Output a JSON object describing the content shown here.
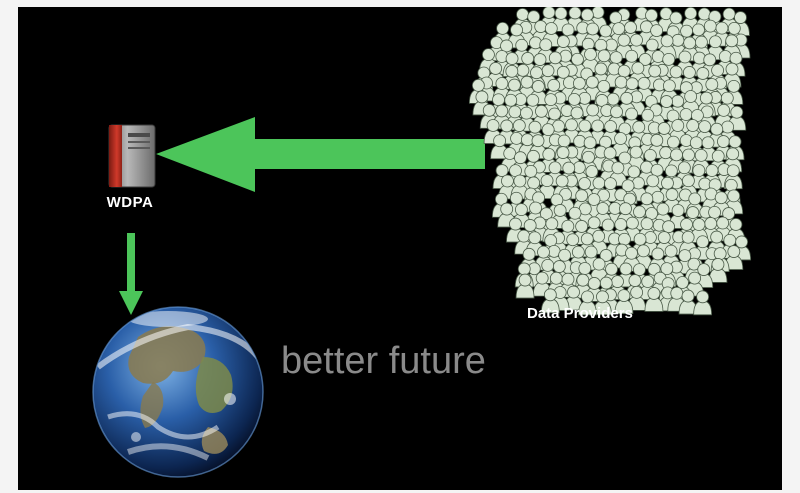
{
  "diagram": {
    "source_label": "WDPA",
    "providers_label": "Data Providers",
    "outcome_text": "better future"
  },
  "colors": {
    "background": "#000000",
    "arrow": "#4cc55a",
    "crowd_fill": "#d9e6d4",
    "crowd_outline": "#4a5a48",
    "outcome_text": "#8a8a8a",
    "server_red": "#c0392b",
    "server_gray": "#8d8d8d"
  },
  "icons": {
    "server": "server-icon",
    "crowd": "crowd-icon",
    "earth": "earth-icon"
  }
}
